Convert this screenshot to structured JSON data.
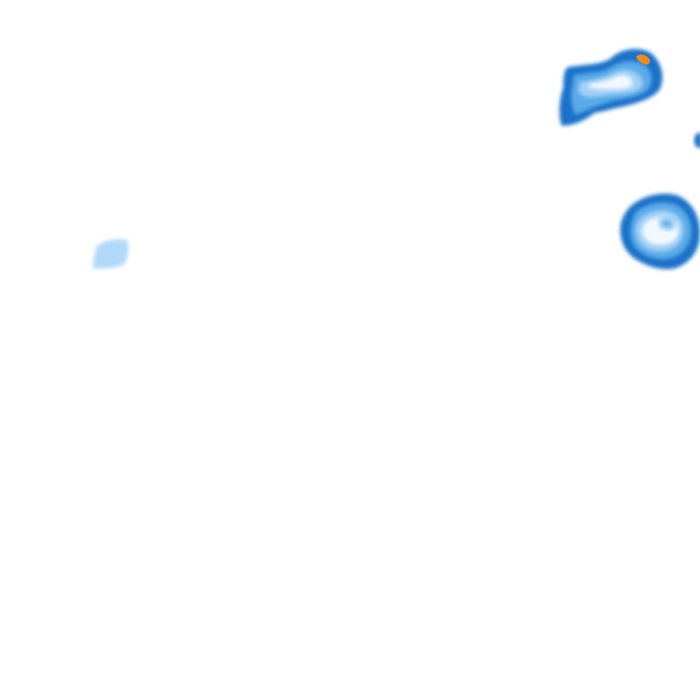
{
  "map": {
    "background": "#ffffff",
    "palette": {
      "light": "#a8d4f8",
      "medium": "#5aaae8",
      "dark": "#1f72c8",
      "core": "#ffffff",
      "hot": "#f08c1e"
    },
    "cells": [
      {
        "name": "radar-cell-top-right",
        "intensity": "heavy",
        "has_hot_core": true
      },
      {
        "name": "radar-cell-right-edge",
        "intensity": "medium",
        "has_hot_core": false
      },
      {
        "name": "radar-cell-middle-right",
        "intensity": "heavy",
        "has_hot_core": false
      },
      {
        "name": "radar-cell-left",
        "intensity": "light",
        "has_hot_core": false
      }
    ]
  }
}
